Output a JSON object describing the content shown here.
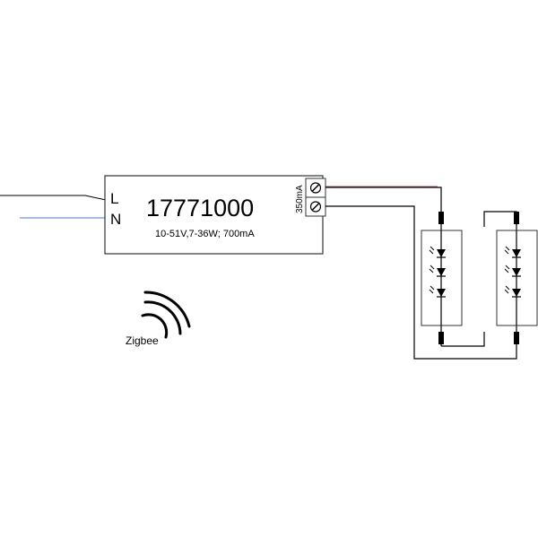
{
  "driver": {
    "model": "17771000",
    "spec": "10-51V,7-36W; 700mA",
    "input_L": "L",
    "input_N": "N",
    "output_current": "350mA"
  },
  "wireless": {
    "label": "Zigbee"
  },
  "colors": {
    "line_wire": "#000000",
    "neutral_wire": "#4a78c8",
    "output_wire_top": "#8b2a2a",
    "stroke": "#333333"
  },
  "led_modules": {
    "count": 2,
    "leds_per_module": 3
  }
}
